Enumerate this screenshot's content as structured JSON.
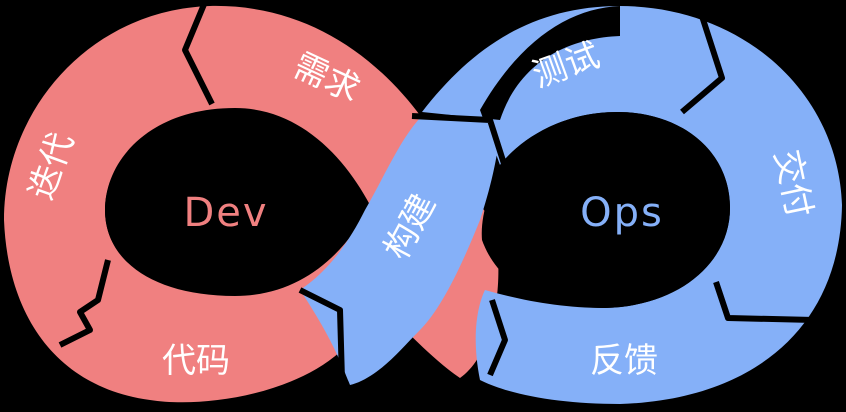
{
  "colors": {
    "background": "#000000",
    "dev": "#f08080",
    "ops": "#85b0f8",
    "divider": "#000000",
    "label": "#ffffff"
  },
  "dev_loop": {
    "center_label": "Dev",
    "segments": {
      "requirements": "需求",
      "iteration": "迭代",
      "code": "代码"
    }
  },
  "ops_loop": {
    "center_label": "Ops",
    "segments": {
      "test": "测试",
      "deliver": "交付",
      "feedback": "反馈"
    }
  },
  "bridge": {
    "build": "构建"
  }
}
